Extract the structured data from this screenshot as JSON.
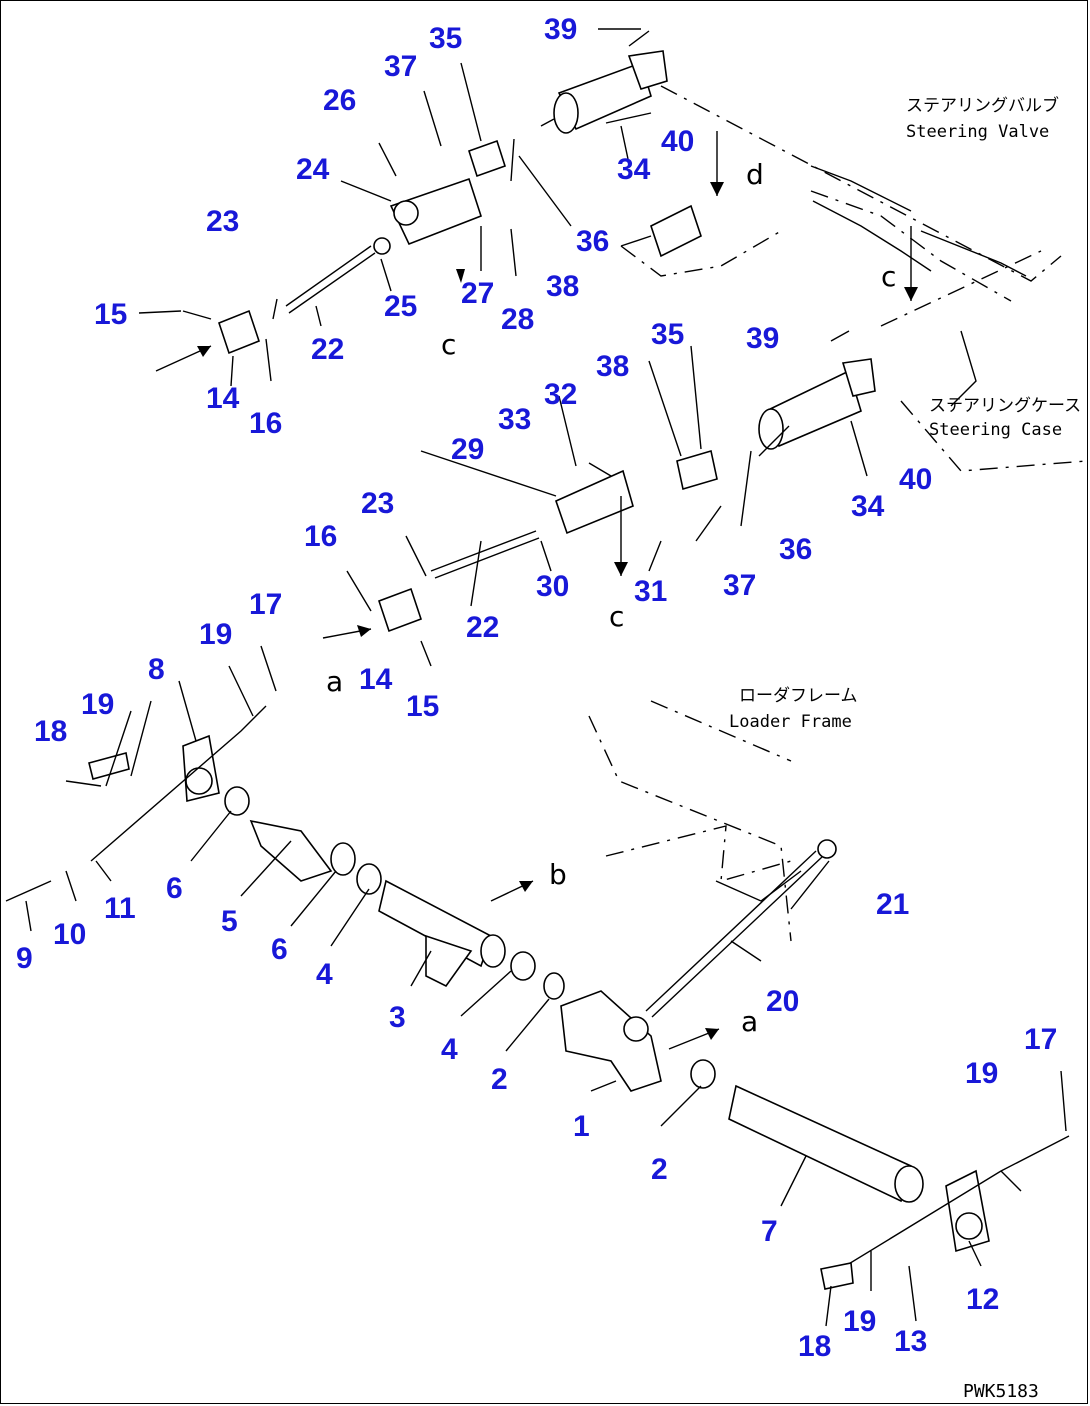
{
  "diagram": {
    "reference_code": "PWK5183",
    "notes": {
      "steering_valve_jp": "ステアリングバルブ",
      "steering_valve_en": "Steering Valve",
      "steering_case_jp": "ステアリングケース",
      "steering_case_en": "Steering Case",
      "loader_frame_jp": "ローダフレーム",
      "loader_frame_en": "Loader Frame"
    },
    "view_letters": [
      "d",
      "c",
      "c",
      "c",
      "a",
      "b",
      "a"
    ],
    "callouts": [
      "1",
      "2",
      "2",
      "3",
      "4",
      "4",
      "5",
      "6",
      "6",
      "7",
      "8",
      "9",
      "10",
      "11",
      "12",
      "13",
      "14",
      "14",
      "15",
      "15",
      "16",
      "16",
      "17",
      "17",
      "18",
      "18",
      "19",
      "19",
      "19",
      "19",
      "20",
      "21",
      "22",
      "22",
      "23",
      "23",
      "24",
      "25",
      "26",
      "27",
      "28",
      "29",
      "30",
      "31",
      "32",
      "33",
      "34",
      "34",
      "35",
      "35",
      "36",
      "36",
      "37",
      "37",
      "38",
      "38",
      "39",
      "39",
      "40",
      "40"
    ]
  }
}
